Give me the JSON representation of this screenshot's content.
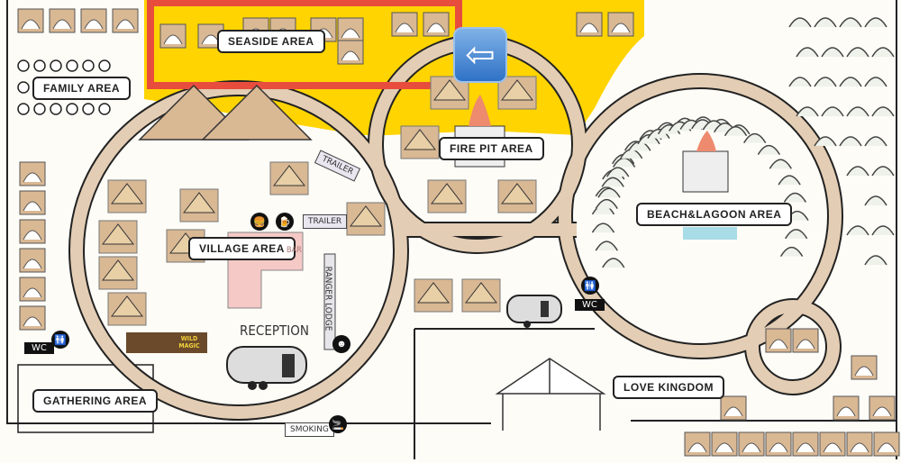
{
  "areas": {
    "seaside": "SEASIDE AREA",
    "family": "FAMILY AREA",
    "village": "VILLAGE AREA",
    "fire_pit": "FIRE PIT AREA",
    "beach_lagoon": "BEACH&LAGOON AREA",
    "love_kingdom": "LOVE KINGDOM",
    "gathering": "GATHERING AREA"
  },
  "signs": {
    "trailer_1": "TRAILER",
    "trailer_2": "TRAILER",
    "bar": "BAR",
    "ranger_lodge": "RANGER LODGE",
    "reception": "RECEPTION",
    "wild_magic": "WILD MAGIC",
    "smoking": "SMOKING",
    "wc_left": "WC",
    "wc_right": "WC"
  },
  "highlight_color": "#e84c3d",
  "seaside_color": "#ffd400",
  "back_button_icon": "left-arrow-icon"
}
